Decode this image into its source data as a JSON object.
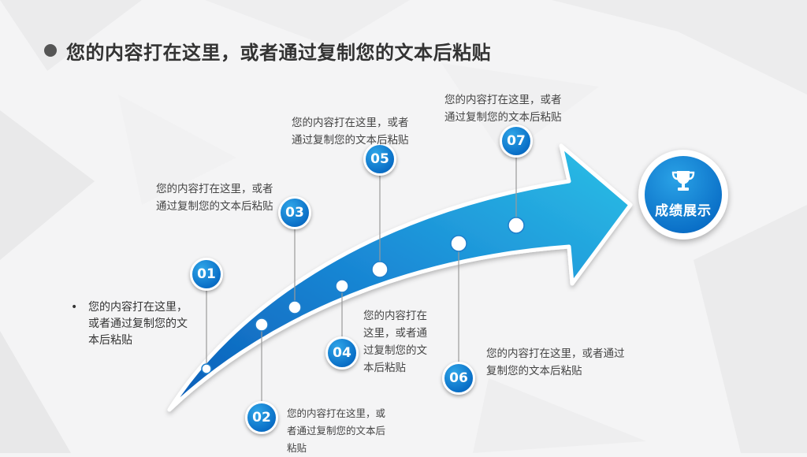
{
  "title": "您的内容打在这里，或者通过复制您的文本后粘贴",
  "result_label": "成绩展示",
  "bullet": {
    "marker": "•",
    "text": "您的内容打在这里，或者通过复制您的文本后粘贴"
  },
  "milestones": [
    {
      "number": "01",
      "text": ""
    },
    {
      "number": "02",
      "text": "您的内容打在这里，或者通过复制您的文本后粘贴"
    },
    {
      "number": "03",
      "text": "您的内容打在这里，或者通过复制您的文本后粘贴"
    },
    {
      "number": "04",
      "text": "您的内容打在这里，或者通过复制您的文本后粘贴"
    },
    {
      "number": "05",
      "text": "您的内容打在这里，或者通过复制您的文本后粘贴"
    },
    {
      "number": "06",
      "text": "您的内容打在这里，或者通过复制您的文本后粘贴"
    },
    {
      "number": "07",
      "text": "您的内容打在这里，或者通过复制您的文本后粘贴"
    }
  ],
  "colors": {
    "accent": "#0a6fc7",
    "accent_light": "#2fb3e3",
    "text": "#333333"
  },
  "icons": {
    "title_bullet": "dot-icon",
    "result": "trophy-icon"
  }
}
